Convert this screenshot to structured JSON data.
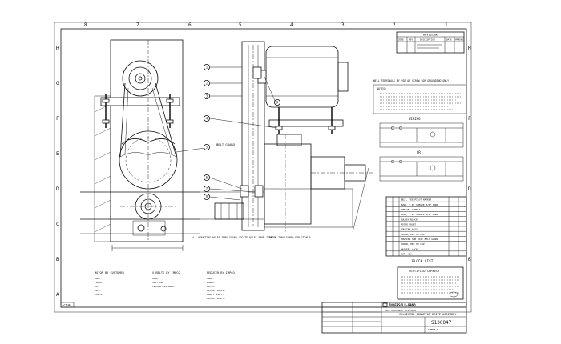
{
  "border": {
    "zones_top": [
      "8",
      "7",
      "6",
      "5",
      "4",
      "3",
      "2",
      "1"
    ],
    "zones_side": [
      "H",
      "G",
      "F",
      "E",
      "D",
      "C",
      "B",
      "A"
    ]
  },
  "revisions": {
    "title": "REVISIONS",
    "headers": [
      "ZONE",
      "REV",
      "DESCRIPTION",
      "DATE",
      "APPROVED"
    ]
  },
  "callouts": [
    "1",
    "2",
    "3",
    "4",
    "5",
    "6",
    "7",
    "8",
    "9"
  ],
  "notes": {
    "intro": "WELL TERMINALS BY USE OR SCREW FOR GROUNDING ONLY",
    "title": "NOTES:",
    "wiring_label": "WIRING",
    "or_label": "OR"
  },
  "annotations": {
    "belt_guard": "BELT GUARD",
    "mount_holes": "4 - MOUNTING HOLES THRU GUARD LOCATE HOLES FROM ITEM 9",
    "drill_holes": "4 - DRILL THRU GUARD FOR ITEM 6"
  },
  "parts_list": {
    "title": "BLOCK LIST",
    "rows": [
      "BELT, VEE PILOT MARKER",
      "BUSH, V.R. SHEAVE 3/4\" BORE",
      "SHEAVE, V-BELT",
      "BUSH, V.R. SHEAVE 5/8\" BORE",
      "PULLEY BLOCK",
      "MOTOR MOUNT",
      "HOUSING ASSY",
      "SCREW, HEX HD CAP",
      "HOUSING SUB ASSY BELT GUARD",
      "SCREW, HEX HD CAP",
      "WASHER, LOCK",
      "NUT, HEX"
    ]
  },
  "certified": {
    "title": "CERTIFIED CORRECT"
  },
  "specs": {
    "motor_title": "MOTOR BY CUSTOMER",
    "motor_lines": [
      "MAKE:",
      "FRAME:",
      "HP:",
      "RPM:",
      "VOLTS:"
    ],
    "belt_title": "V-BELTS BY IMPCO",
    "belt_lines": [
      "MAKE:",
      "SECTION:",
      "CENTER DISTANCE:"
    ],
    "reducer_title": "REDUCER BY IMPCO",
    "reducer_lines": [
      "MAKE:",
      "MODEL:",
      "RATIO:",
      "OUTPUT SPEED:",
      "INPUT SHAFT:",
      "OUTPUT SHAFT:"
    ]
  },
  "title_block": {
    "company": "INGERSOLL-RAND",
    "division": "PULP MACHINERY DIVISION",
    "drawing_title": "COLLECTOR CONVEYOR DRIVE ASSEMBLY",
    "drawing_number": "S130047",
    "sheet": "SHEET 1"
  },
  "stamp": "ACTUAL"
}
